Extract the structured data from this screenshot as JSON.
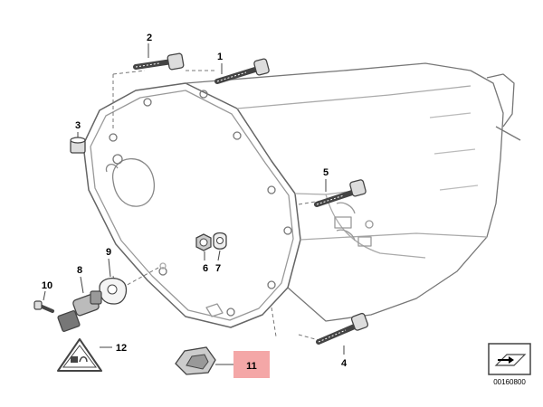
{
  "diagram": {
    "callouts": [
      {
        "id": "1",
        "label": "1"
      },
      {
        "id": "2",
        "label": "2"
      },
      {
        "id": "3",
        "label": "3"
      },
      {
        "id": "4",
        "label": "4"
      },
      {
        "id": "5",
        "label": "5"
      },
      {
        "id": "6",
        "label": "6"
      },
      {
        "id": "7",
        "label": "7"
      },
      {
        "id": "8",
        "label": "8"
      },
      {
        "id": "9",
        "label": "9"
      },
      {
        "id": "10",
        "label": "10"
      },
      {
        "id": "11",
        "label": "11",
        "highlighted": true
      },
      {
        "id": "12",
        "label": "12"
      }
    ],
    "highlight_color": "#f4a7a7",
    "reference_number": "00160800",
    "icons": [
      "transmission-housing-drawing",
      "warning-triangle-icon",
      "arrow-reference-icon"
    ]
  }
}
